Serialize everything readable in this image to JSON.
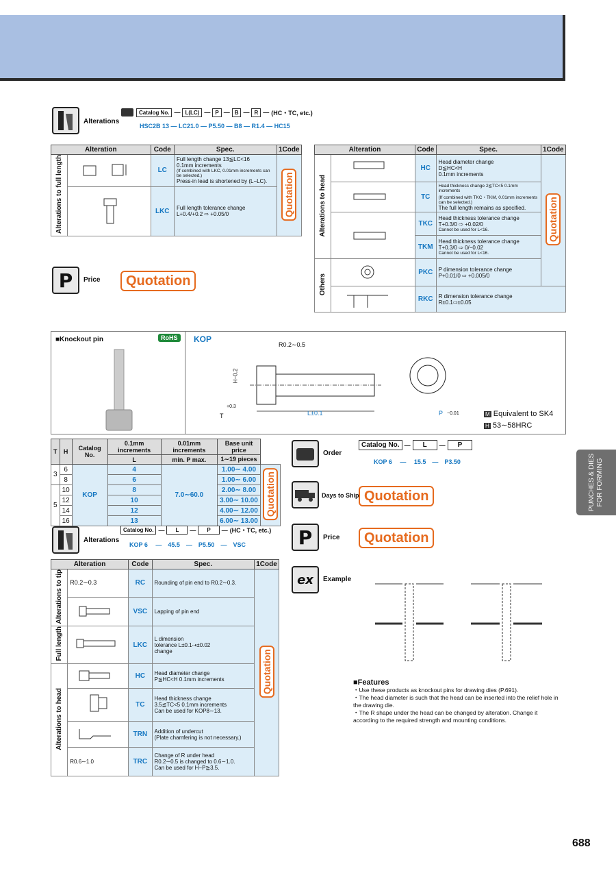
{
  "page_number": "688",
  "side_tab": {
    "line1": "PUNCHES & DIES",
    "line2": "FOR FORMING"
  },
  "top_alterations": {
    "label": "Alterations",
    "catalog_boxes": [
      "Catalog No.",
      "L(LC)",
      "P",
      "B",
      "R"
    ],
    "suffix": "(HC・TC, etc.)",
    "sample": "HSC2B 13 — LC21.0 — P5.50 — B8 — R1.4 — HC15"
  },
  "table_headers": [
    "Alteration",
    "Code",
    "Spec.",
    "1Code"
  ],
  "left_table": {
    "category": "Alterations to full length",
    "rows": [
      {
        "code": "LC",
        "spec": "Full length change 13≦LC<16",
        "spec2": "0.1mm increments",
        "note": "(If combined with LKC, 0.01mm increments can be selected.)",
        "note2": "Press-in lead is shortened by (L−LC)."
      },
      {
        "code": "LKC",
        "spec": "Full length tolerance change",
        "spec2": "L+0.4/+0.2 ⇨ +0.05/0"
      }
    ],
    "quote": "Quotation"
  },
  "right_table": {
    "category1": "Alterations to head",
    "category2": "Others",
    "rows": [
      {
        "code": "HC",
        "spec": "Head diameter change",
        "spec2": "D≦HC<H",
        "spec3": "0.1mm increments"
      },
      {
        "code": "TC",
        "spec": "Head thickness change 2≦TC<5 0.1mm increments",
        "note": "(If combined with TKC・TKM, 0.01mm increments can be selected.)",
        "note2": "The full length remains as specified."
      },
      {
        "code": "TKC",
        "spec": "Head thickness tolerance change",
        "spec2": "T+0.3/0 ⇨ +0.02/0",
        "note": "Cannot be used for L<16."
      },
      {
        "code": "TKM",
        "spec": "Head thickness tolerance change",
        "spec2": "T+0.3/0 ⇨ 0/−0.02",
        "note": "Cannot be used for L<16."
      },
      {
        "code": "PKC",
        "spec": "P dimension tolerance change",
        "spec2": "P+0.01/0 ⇨ +0.005/0"
      },
      {
        "code": "RKC",
        "spec": "R dimension tolerance change",
        "spec2": "R±0.1⇨±0.05"
      }
    ],
    "quote": "Quotation"
  },
  "price_block": {
    "label": "Price",
    "quote": "Quotation"
  },
  "knockout": {
    "title": "■Knockout pin",
    "rohs": "RoHS",
    "code": "KOP",
    "drawing": {
      "r": "R0.2∼0.5",
      "h": "H−0.2",
      "h0": "0",
      "t": "T",
      "t_tol": "+0.3",
      "t_tol2": "0",
      "l": "L±0.1",
      "p": "P",
      "p_tol": "0",
      "p_tol2": "−0.01"
    },
    "material1": "Equivalent to SK4",
    "material2": "53∼58HRC",
    "material_icons": [
      "M",
      "H"
    ]
  },
  "kop_table": {
    "headers": [
      "T",
      "H",
      "Catalog No.",
      "0.1mm increments",
      "0.01mm increments",
      "Base unit price"
    ],
    "subheaders": [
      "L",
      "min. P max.",
      "1∼19 pieces"
    ],
    "catalog": "KOP",
    "L_range": "7.0∼60.0",
    "rows": [
      {
        "T": "3",
        "H": "6",
        "no": "4",
        "p": "1.00∼ 4.00"
      },
      {
        "T": "",
        "H": "8",
        "no": "6",
        "p": "1.00∼ 6.00"
      },
      {
        "T": "5",
        "H": "10",
        "no": "8",
        "p": "2.00∼ 8.00"
      },
      {
        "T": "",
        "H": "12",
        "no": "10",
        "p": "3.00∼ 10.00"
      },
      {
        "T": "",
        "H": "14",
        "no": "12",
        "p": "4.00∼ 12.00"
      },
      {
        "T": "",
        "H": "16",
        "no": "13",
        "p": "6.00∼ 13.00"
      }
    ],
    "quote": "Quotation"
  },
  "order": {
    "label": "Order",
    "boxes": [
      "Catalog No.",
      "L",
      "P"
    ],
    "sample": [
      "KOP 6",
      "15.5",
      "P3.50"
    ]
  },
  "days": {
    "label": "Days to Ship",
    "quote": "Quotation"
  },
  "price2": {
    "label": "Price",
    "quote": "Quotation"
  },
  "example": {
    "label": "Example",
    "icon": "ex"
  },
  "alt2": {
    "label": "Alterations",
    "boxes": [
      "Catalog No.",
      "L",
      "P"
    ],
    "suffix": "(HC・TC, etc.)",
    "sample": [
      "KOP 6",
      "45.5",
      "P5.50",
      "VSC"
    ]
  },
  "bottom_table": {
    "cat1": "Alterations to tip",
    "cat2": "Full length",
    "cat3": "Alterations to head",
    "rows": [
      {
        "code": "RC",
        "fig": "R0.2∼0.3",
        "spec": "Rounding of pin end to R0.2∼0.3."
      },
      {
        "code": "VSC",
        "spec": "Lapping of pin end"
      },
      {
        "code": "LKC",
        "spec": "L dimension",
        "spec2": "tolerance L±0.1⇢±0.02",
        "spec3": "change"
      },
      {
        "code": "HC",
        "spec": "Head diameter change",
        "spec2": "P≦HC<H 0.1mm increments"
      },
      {
        "code": "TC",
        "spec": "Head thickness change",
        "spec2": "3.5≦TC<5 0.1mm increments",
        "spec3": "Can be used for KOP8∼13."
      },
      {
        "code": "TRN",
        "spec": "Addition of undercut",
        "spec2": "(Plate chamfering is not necessary.)"
      },
      {
        "code": "TRC",
        "fig": "R0.6∼1.0",
        "spec": "Change of R under head",
        "spec2": "R0.2∼0.5 is changed to 0.6∼1.0.",
        "spec3": "Can be used for H−P≧3.5."
      }
    ],
    "quote": "Quotation"
  },
  "features": {
    "title": "■Features",
    "items": [
      "・Use these products as knockout pins for drawing dies (P.691).",
      "・The head diameter is such that the head can be inserted into the relief hole in",
      "  the drawing die.",
      "・The R shape under the head can be changed by alteration. Change it",
      "  according to the required strength and mounting conditions."
    ]
  },
  "colors": {
    "banner": "#a9bfe2",
    "accent_blue": "#1778c2",
    "quote_orange": "#e66a1e",
    "cell_blue": "#dcedf8",
    "rohs_green": "#1f8a3a"
  }
}
